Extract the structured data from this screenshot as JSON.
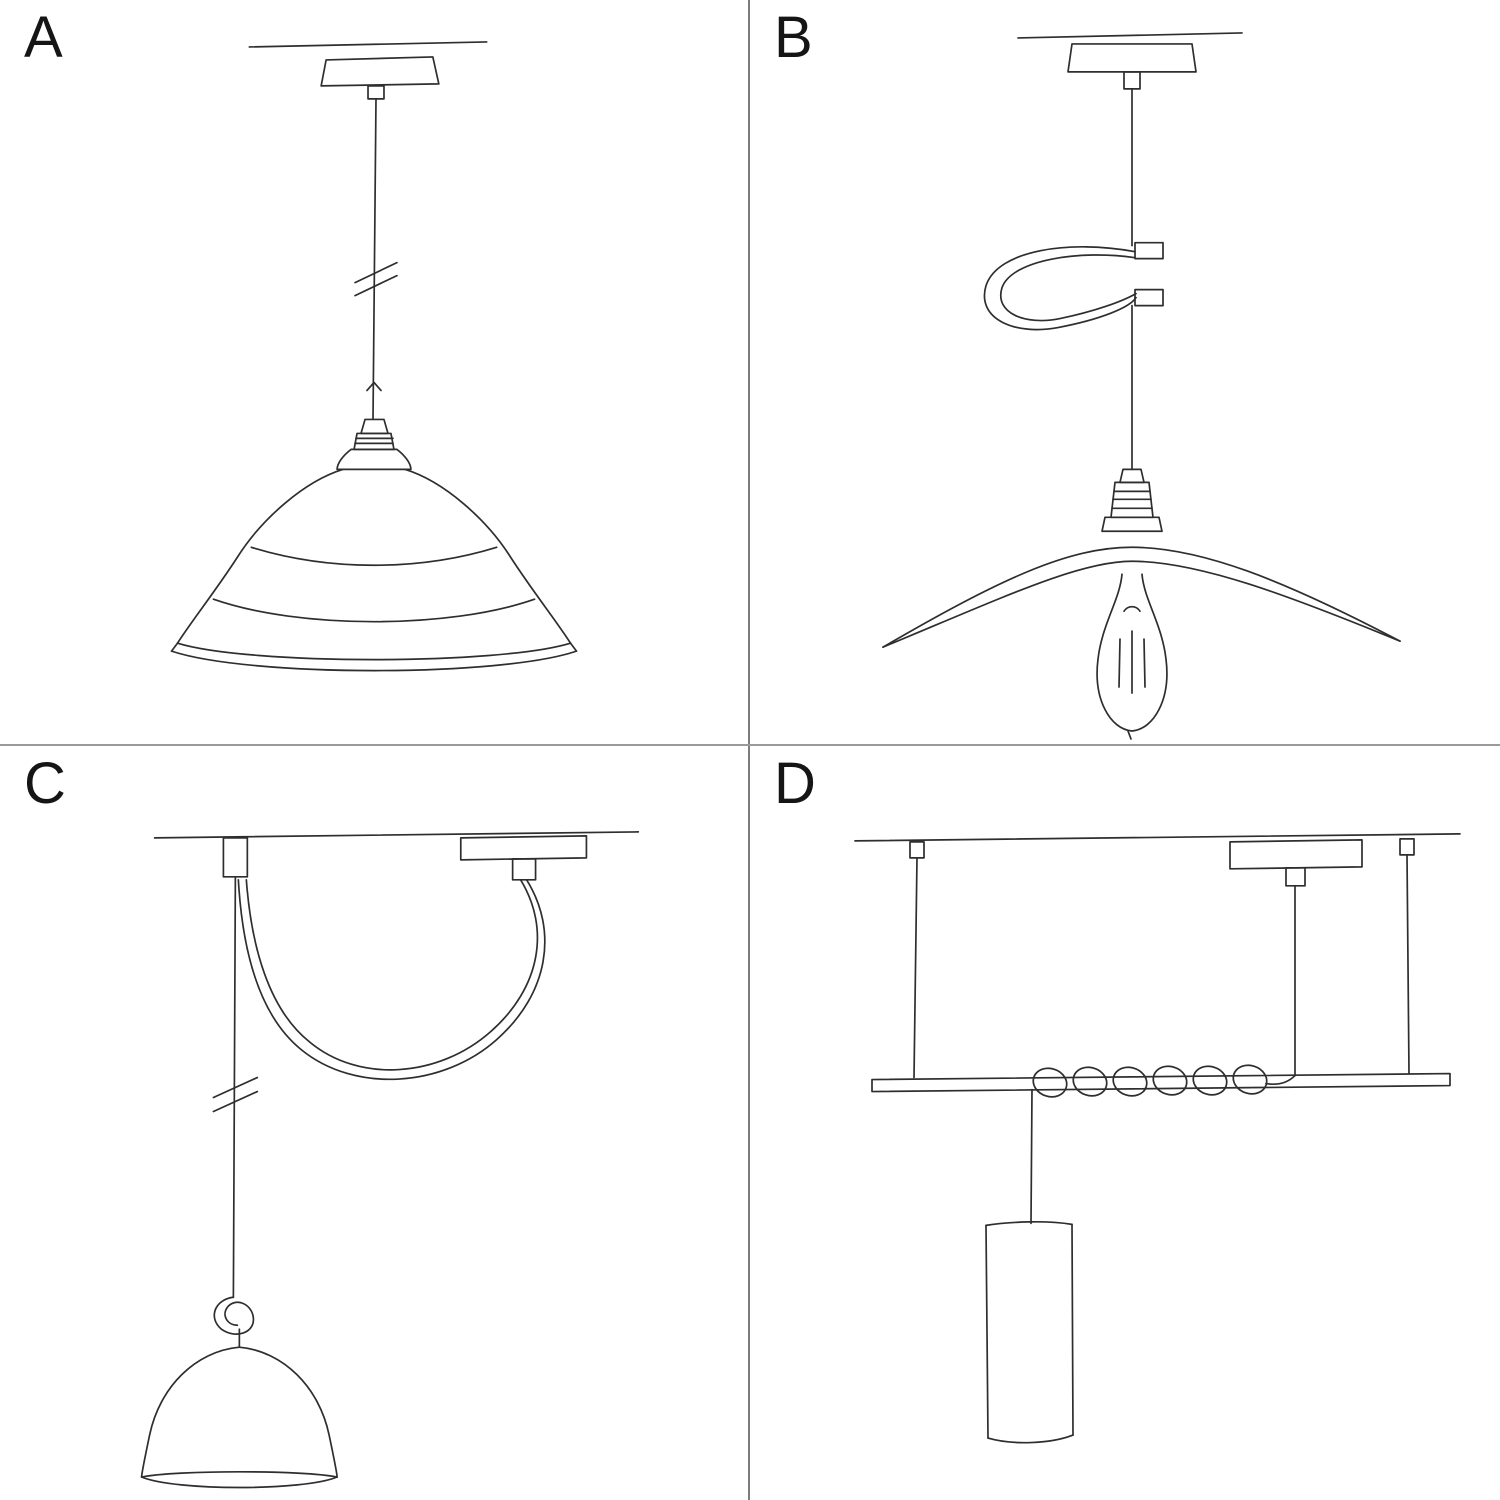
{
  "panels": [
    {
      "label": "A",
      "sketch": "pendant-with-industrial-bowl-shade-sketch"
    },
    {
      "label": "B",
      "sketch": "pendant-with-cable-clip-flat-shade-and-bulb-sketch"
    },
    {
      "label": "C",
      "sketch": "swag-pendant-with-hook-and-bell-shade-sketch"
    },
    {
      "label": "D",
      "sketch": "pendant-bar-with-coiled-cable-and-tube-shade-sketch"
    }
  ]
}
